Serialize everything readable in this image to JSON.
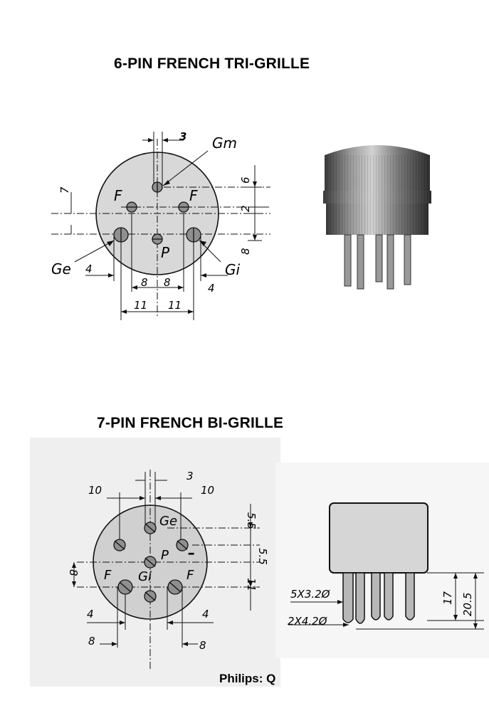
{
  "section1": {
    "title": "6-PIN FRENCH TRI-GRILLE",
    "pin_labels": {
      "gm": "Gm",
      "f_left": "F",
      "f_right": "F",
      "ge": "Ge",
      "gi": "Gi",
      "p": "P"
    },
    "dims": {
      "top": "3",
      "right_a": "6",
      "right_b": "2",
      "right_c": "8",
      "left_small": "7",
      "left4": "4",
      "mid_left8": "8",
      "mid_right8": "8",
      "right4": "4",
      "bot_left11": "11",
      "bot_right11": "11"
    }
  },
  "section2": {
    "title": "7-PIN FRENCH BI-GRILLE",
    "pin_labels": {
      "ge": "Ge",
      "p": "P",
      "minus": "–",
      "f_left": "F",
      "gi": "Gi",
      "f_right": "F"
    },
    "dims": {
      "top3": "3",
      "top_left10": "10",
      "top_right10": "10",
      "right_a": "5.5",
      "right_b": "5.5",
      "right_c": "11",
      "left8": "8",
      "left4": "4",
      "right4": "4",
      "bot_left8": "8",
      "bot_right8": "8"
    },
    "side_view": {
      "pins_thin": "5X3.2Ø",
      "pins_thick": "2X4.2Ø",
      "h1": "17",
      "h2": "20.5"
    }
  },
  "caption": "Philips: Q"
}
